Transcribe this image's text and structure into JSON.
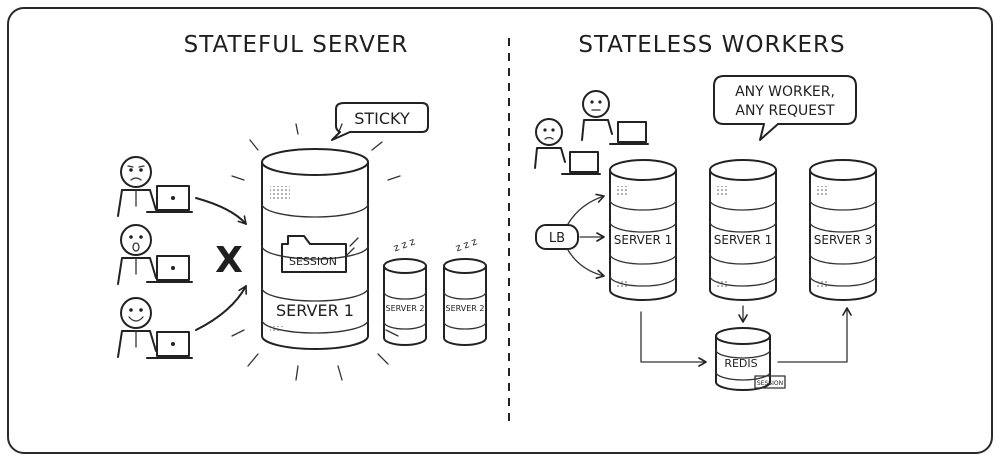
{
  "left_panel": {
    "title": "STATEFUL SERVER",
    "bubble": "STICKY",
    "main_server_label": "SERVER 1",
    "session_label": "SESSION",
    "blocked_mark": "X",
    "idle_servers": [
      {
        "label": "SERVER 2",
        "sleep": "z z z"
      },
      {
        "label": "SERVER 2",
        "sleep": "z z z"
      }
    ]
  },
  "right_panel": {
    "title": "STATELESS WORKERS",
    "bubble_line1": "ANY WORKER,",
    "bubble_line2": "ANY REQUEST",
    "lb_label": "LB",
    "servers": [
      {
        "label": "SERVER 1"
      },
      {
        "label": "SERVER 1"
      },
      {
        "label": "SERVER 3"
      }
    ],
    "redis_label": "REDIS",
    "redis_tag": "SESSION"
  }
}
